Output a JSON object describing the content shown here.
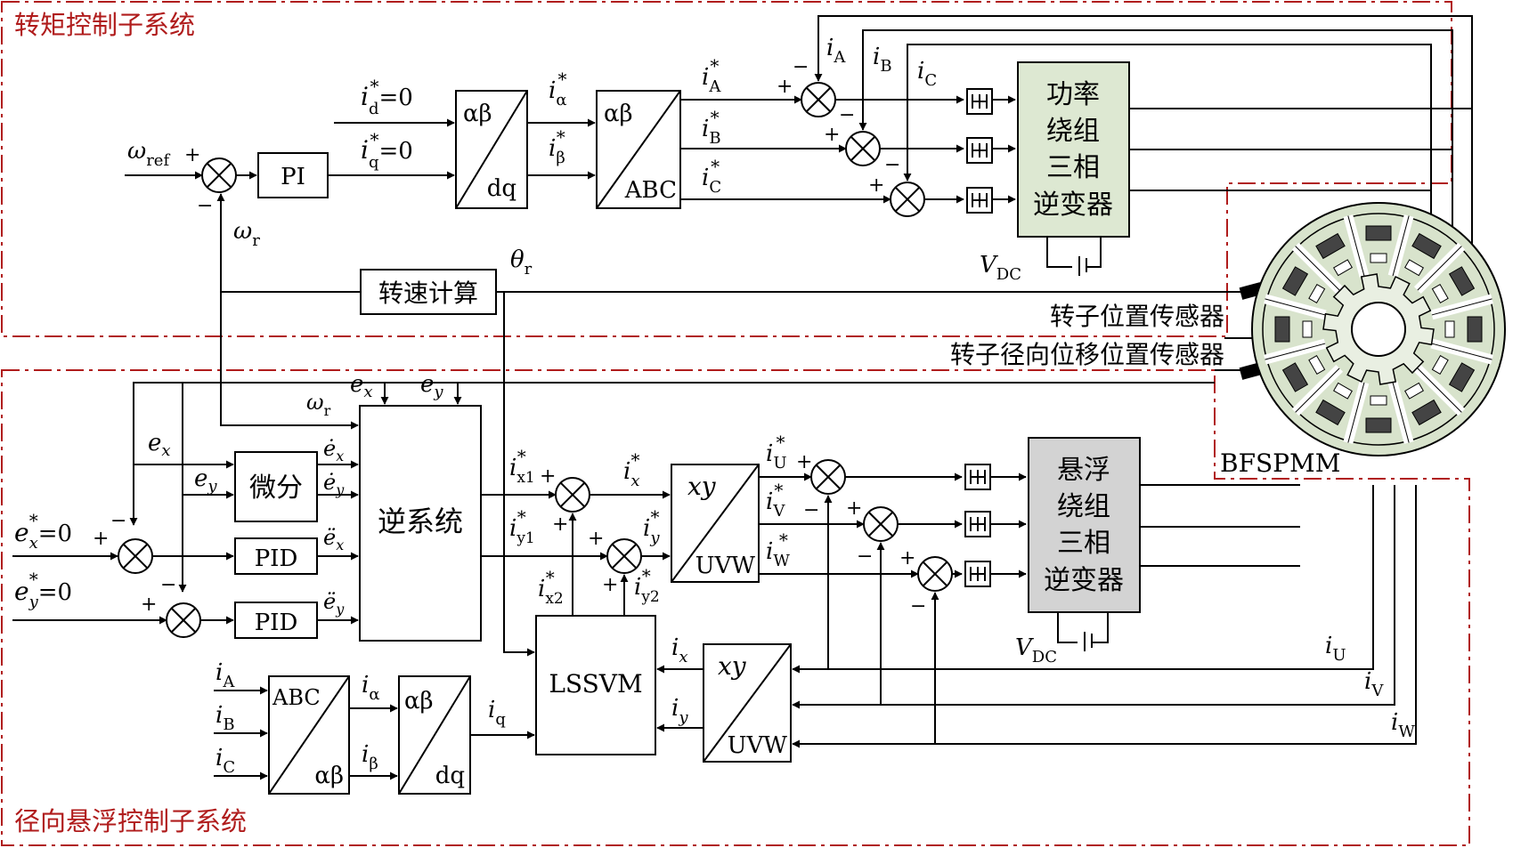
{
  "regions": {
    "torque": "转矩控制子系统",
    "suspension": "径向悬浮控制子系统"
  },
  "blocks": {
    "pi": "PI",
    "diff": "微分",
    "pid": "PID",
    "inverse": "逆系统",
    "lssvm": "LSSVM",
    "speed_calc": "转速计算",
    "power_inv": [
      "功率",
      "绕组",
      "三相",
      "逆变器"
    ],
    "susp_inv": [
      "悬浮",
      "绕组",
      "三相",
      "逆变器"
    ]
  },
  "transforms": {
    "ab": "αβ",
    "dq": "dq",
    "abc": "ABC",
    "xy": "xy",
    "uvw": "UVW"
  },
  "signals": {
    "omega": "ω",
    "ref": "ref",
    "r": "r",
    "theta": "θ",
    "i": "i",
    "e": "e",
    "star": "*",
    "eq0": "=0",
    "d": "d",
    "q": "q",
    "alpha": "α",
    "beta": "β",
    "A": "A",
    "B": "B",
    "C": "C",
    "U": "U",
    "V": "V",
    "W": "W",
    "x": "x",
    "y": "y",
    "x1": "x1",
    "y1": "y1",
    "x2": "x2",
    "y2": "y2",
    "ex_dot": "ė",
    "ex_ddot": "ë",
    "vdc": "V",
    "dc": "DC",
    "plus": "+",
    "minus": "−"
  },
  "labels": {
    "rotor_pos_sensor": "转子位置传感器",
    "rotor_disp_sensor": "转子径向位移位置传感器",
    "motor": "BFSPMM"
  },
  "colors": {
    "region_border": "#b01c1c",
    "power_inverter_fill": "#dde8d2",
    "suspension_inverter_fill": "#d3d3d3",
    "motor_fill": "#d8e3cc",
    "coil_fill": "#444444"
  }
}
